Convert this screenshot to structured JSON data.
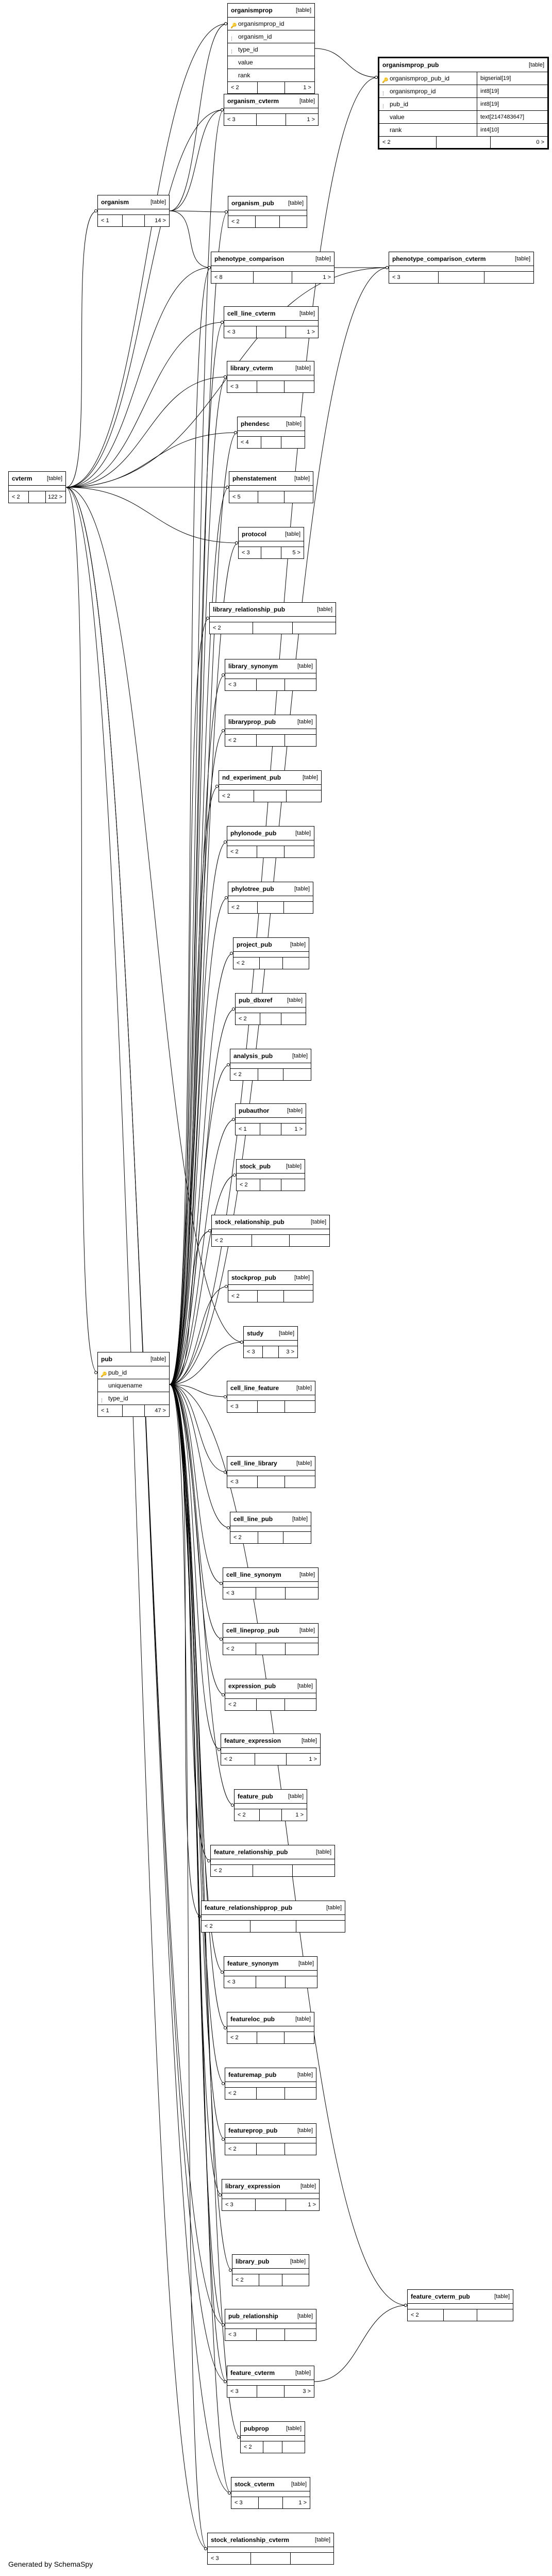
{
  "footer": "Generated by SchemaSpy",
  "tables": [
    {
      "id": "organismprop",
      "name": "organismprop",
      "type": "[table]",
      "cols": [
        {
          "n": "organismprop_id",
          "k": "pk"
        },
        {
          "n": "organism_id",
          "k": "fk"
        },
        {
          "n": "type_id",
          "k": "fk"
        },
        {
          "n": "value",
          "k": ""
        },
        {
          "n": "rank",
          "k": ""
        }
      ],
      "parents": "< 2",
      "children": "1 >"
    },
    {
      "id": "organismprop_pub",
      "name": "organismprop_pub",
      "type": "[table]",
      "focus": true,
      "cols": [
        {
          "n": "organismprop_pub_id",
          "t": "bigserial[19]",
          "k": "pk"
        },
        {
          "n": "organismprop_id",
          "t": "int8[19]",
          "k": "fk"
        },
        {
          "n": "pub_id",
          "t": "int8[19]",
          "k": "fk"
        },
        {
          "n": "value",
          "t": "text[2147483647]",
          "k": ""
        },
        {
          "n": "rank",
          "t": "int4[10]",
          "k": ""
        }
      ],
      "parents": "< 2",
      "children": "0 >"
    },
    {
      "id": "organism_cvterm",
      "name": "organism_cvterm",
      "type": "[table]",
      "cols": [],
      "parents": "< 3",
      "children": "1 >"
    },
    {
      "id": "organism",
      "name": "organism",
      "type": "[table]",
      "cols": [],
      "parents": "< 1",
      "children": "14 >"
    },
    {
      "id": "organism_pub",
      "name": "organism_pub",
      "type": "[table]",
      "cols": [],
      "parents": "< 2",
      "children": ""
    },
    {
      "id": "phenotype_comparison",
      "name": "phenotype_comparison",
      "type": "[table]",
      "cols": [],
      "parents": "< 8",
      "children": "1 >"
    },
    {
      "id": "phenotype_comparison_cvterm",
      "name": "phenotype_comparison_cvterm",
      "type": "[table]",
      "cols": [],
      "parents": "< 3",
      "children": ""
    },
    {
      "id": "cell_line_cvterm",
      "name": "cell_line_cvterm",
      "type": "[table]",
      "cols": [],
      "parents": "< 3",
      "children": "1 >"
    },
    {
      "id": "library_cvterm",
      "name": "library_cvterm",
      "type": "[table]",
      "cols": [],
      "parents": "< 3",
      "children": ""
    },
    {
      "id": "phendesc",
      "name": "phendesc",
      "type": "[table]",
      "cols": [],
      "parents": "< 4",
      "children": ""
    },
    {
      "id": "cvterm",
      "name": "cvterm",
      "type": "[table]",
      "cols": [],
      "parents": "< 2",
      "children": "122 >"
    },
    {
      "id": "phenstatement",
      "name": "phenstatement",
      "type": "[table]",
      "cols": [],
      "parents": "< 5",
      "children": ""
    },
    {
      "id": "protocol",
      "name": "protocol",
      "type": "[table]",
      "cols": [],
      "parents": "< 3",
      "children": "5 >"
    },
    {
      "id": "library_relationship_pub",
      "name": "library_relationship_pub",
      "type": "[table]",
      "cols": [],
      "parents": "< 2",
      "children": ""
    },
    {
      "id": "library_synonym",
      "name": "library_synonym",
      "type": "[table]",
      "cols": [],
      "parents": "< 3",
      "children": ""
    },
    {
      "id": "libraryprop_pub",
      "name": "libraryprop_pub",
      "type": "[table]",
      "cols": [],
      "parents": "< 2",
      "children": ""
    },
    {
      "id": "nd_experiment_pub",
      "name": "nd_experiment_pub",
      "type": "[table]",
      "cols": [],
      "parents": "< 2",
      "children": ""
    },
    {
      "id": "phylonode_pub",
      "name": "phylonode_pub",
      "type": "[table]",
      "cols": [],
      "parents": "< 2",
      "children": ""
    },
    {
      "id": "phylotree_pub",
      "name": "phylotree_pub",
      "type": "[table]",
      "cols": [],
      "parents": "< 2",
      "children": ""
    },
    {
      "id": "project_pub",
      "name": "project_pub",
      "type": "[table]",
      "cols": [],
      "parents": "< 2",
      "children": ""
    },
    {
      "id": "pub_dbxref",
      "name": "pub_dbxref",
      "type": "[table]",
      "cols": [],
      "parents": "< 2",
      "children": ""
    },
    {
      "id": "analysis_pub",
      "name": "analysis_pub",
      "type": "[table]",
      "cols": [],
      "parents": "< 2",
      "children": ""
    },
    {
      "id": "pubauthor",
      "name": "pubauthor",
      "type": "[table]",
      "cols": [],
      "parents": "< 1",
      "children": "1 >"
    },
    {
      "id": "stock_pub",
      "name": "stock_pub",
      "type": "[table]",
      "cols": [],
      "parents": "< 2",
      "children": ""
    },
    {
      "id": "stock_relationship_pub",
      "name": "stock_relationship_pub",
      "type": "[table]",
      "cols": [],
      "parents": "< 2",
      "children": ""
    },
    {
      "id": "stockprop_pub",
      "name": "stockprop_pub",
      "type": "[table]",
      "cols": [],
      "parents": "< 2",
      "children": ""
    },
    {
      "id": "study",
      "name": "study",
      "type": "[table]",
      "cols": [],
      "parents": "< 3",
      "children": "3 >"
    },
    {
      "id": "pub",
      "name": "pub",
      "type": "[table]",
      "cols": [
        {
          "n": "pub_id",
          "k": "pk"
        },
        {
          "n": "uniquename",
          "k": ""
        },
        {
          "n": "type_id",
          "k": "fk"
        }
      ],
      "parents": "< 1",
      "children": "47 >"
    },
    {
      "id": "cell_line_feature",
      "name": "cell_line_feature",
      "type": "[table]",
      "cols": [],
      "parents": "< 3",
      "children": ""
    },
    {
      "id": "cell_line_library",
      "name": "cell_line_library",
      "type": "[table]",
      "cols": [],
      "parents": "< 3",
      "children": ""
    },
    {
      "id": "cell_line_pub",
      "name": "cell_line_pub",
      "type": "[table]",
      "cols": [],
      "parents": "< 2",
      "children": ""
    },
    {
      "id": "cell_line_synonym",
      "name": "cell_line_synonym",
      "type": "[table]",
      "cols": [],
      "parents": "< 3",
      "children": ""
    },
    {
      "id": "cell_lineprop_pub",
      "name": "cell_lineprop_pub",
      "type": "[table]",
      "cols": [],
      "parents": "< 2",
      "children": ""
    },
    {
      "id": "expression_pub",
      "name": "expression_pub",
      "type": "[table]",
      "cols": [],
      "parents": "< 2",
      "children": ""
    },
    {
      "id": "feature_expression",
      "name": "feature_expression",
      "type": "[table]",
      "cols": [],
      "parents": "< 2",
      "children": "1 >"
    },
    {
      "id": "feature_pub",
      "name": "feature_pub",
      "type": "[table]",
      "cols": [],
      "parents": "< 2",
      "children": "1 >"
    },
    {
      "id": "feature_relationship_pub",
      "name": "feature_relationship_pub",
      "type": "[table]",
      "cols": [],
      "parents": "< 2",
      "children": ""
    },
    {
      "id": "feature_relationshipprop_pub",
      "name": "feature_relationshipprop_pub",
      "type": "[table]",
      "cols": [],
      "parents": "< 2",
      "children": ""
    },
    {
      "id": "feature_synonym",
      "name": "feature_synonym",
      "type": "[table]",
      "cols": [],
      "parents": "< 3",
      "children": ""
    },
    {
      "id": "featureloc_pub",
      "name": "featureloc_pub",
      "type": "[table]",
      "cols": [],
      "parents": "< 2",
      "children": ""
    },
    {
      "id": "featuremap_pub",
      "name": "featuremap_pub",
      "type": "[table]",
      "cols": [],
      "parents": "< 2",
      "children": ""
    },
    {
      "id": "featureprop_pub",
      "name": "featureprop_pub",
      "type": "[table]",
      "cols": [],
      "parents": "< 2",
      "children": ""
    },
    {
      "id": "library_expression",
      "name": "library_expression",
      "type": "[table]",
      "cols": [],
      "parents": "< 3",
      "children": "1 >"
    },
    {
      "id": "library_pub",
      "name": "library_pub",
      "type": "[table]",
      "cols": [],
      "parents": "< 2",
      "children": ""
    },
    {
      "id": "pub_relationship",
      "name": "pub_relationship",
      "type": "[table]",
      "cols": [],
      "parents": "< 3",
      "children": ""
    },
    {
      "id": "feature_cvterm_pub",
      "name": "feature_cvterm_pub",
      "type": "[table]",
      "cols": [],
      "parents": "< 2",
      "children": ""
    },
    {
      "id": "feature_cvterm",
      "name": "feature_cvterm",
      "type": "[table]",
      "cols": [],
      "parents": "< 3",
      "children": "3 >"
    },
    {
      "id": "pubprop",
      "name": "pubprop",
      "type": "[table]",
      "cols": [],
      "parents": "< 2",
      "children": ""
    },
    {
      "id": "stock_cvterm",
      "name": "stock_cvterm",
      "type": "[table]",
      "cols": [],
      "parents": "< 3",
      "children": "1 >"
    },
    {
      "id": "stock_relationship_cvterm",
      "name": "stock_relationship_cvterm",
      "type": "[table]",
      "cols": [],
      "parents": "< 3",
      "children": ""
    }
  ]
}
